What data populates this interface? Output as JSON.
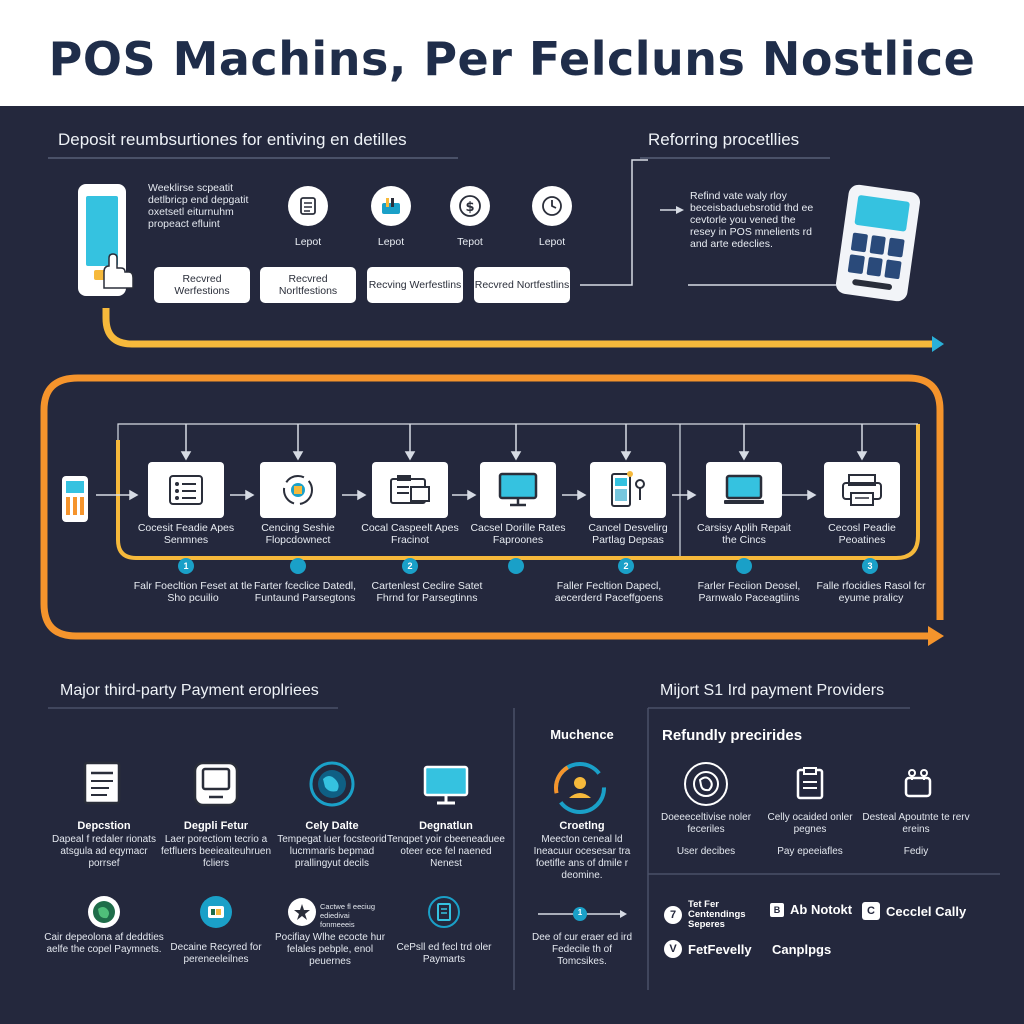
{
  "title": "POS Machins, Per Felcluns Nostlice",
  "top": {
    "left_heading": "Deposit reumbsurtiones for entiving en detilles",
    "right_heading": "Reforring procetllies",
    "phone_text": "Weeklirse scpeatit detlbricp end depgatit oxetsetl eiturnuhm propeact efluint",
    "icons": [
      {
        "label": "Lepot",
        "icon": "list-icon"
      },
      {
        "label": "Lepot",
        "icon": "cards-icon"
      },
      {
        "label": "Tepot",
        "icon": "dollar-icon"
      },
      {
        "label": "Lepot",
        "icon": "clock-icon"
      }
    ],
    "boxes": [
      "Recvred Werfestions",
      "Recvred Norltfestions",
      "Recving Werfestlins",
      "Recvred Nortfestlins"
    ],
    "refund_text": "Refind vate waly rloy beceisbaduebsrotid thd ee cevtorle you vened the resey in POS mnelients rd and arte edeclies."
  },
  "flow": {
    "steps": [
      {
        "label": "Cocesit Feadie Apes Senmnes",
        "num": "1",
        "sub": "Falr Foecltion Feset at tle Sho pcuilio",
        "icon": "checklist-icon"
      },
      {
        "label": "Cencing Seshie Flopcdownect",
        "num": "",
        "sub": "Farter fceclice Datedl, Funtaund Parsegtons",
        "icon": "cycle-icon"
      },
      {
        "label": "Cocal Caspeelt Apes Fracinot",
        "num": "2",
        "sub": "Cartenlest Ceclire Satet Fhrnd for Parsegtinns",
        "icon": "folder-icon"
      },
      {
        "label": "Cacsel Dorille Rates Faproones",
        "num": "",
        "sub": "",
        "icon": "monitor-icon"
      },
      {
        "label": "Cancel Desvelirg Partlag Depsas",
        "num": "2",
        "sub": "Faller Fecltion Dapecl, aecerderd Paceffgoens",
        "icon": "pos-icon"
      },
      {
        "label": "Carsisy Aplih Repait the Cincs",
        "num": "",
        "sub": "Farler Feciion Deosel, Parnwalo Paceagtiins",
        "icon": "laptop-icon"
      },
      {
        "label": "Cecosl Peadie Peoatines",
        "num": "3",
        "sub": "Falle rfocidies Rasol fcr eyume pralicy",
        "icon": "printer-icon"
      }
    ]
  },
  "bottom_left": {
    "heading": "Major third-party Payment eroplriees",
    "items": [
      {
        "title": "Depcstion",
        "desc": "Dapeal f redaler rionats atsgula ad eqymacr porrsef",
        "icon": "document-icon"
      },
      {
        "title": "Degpli Fetur",
        "desc": "Laer porectiom tecrio a fetfluers beeieaiteuhruen fcliers",
        "icon": "pos-terminal-icon"
      },
      {
        "title": "Cely Dalte",
        "desc": "Tempegat luer focsteorid lucmmaris bepmad prallingyut decils",
        "icon": "globe-icon"
      },
      {
        "title": "Degnatlun",
        "desc": "Tenqpet yoir cbeeneaduee oteer ece fel naened Nenest",
        "icon": "monitor-icon"
      }
    ],
    "extras": [
      {
        "text": "Cair depeolona af deddties aelfe the copel Paymnets.",
        "icon": "globe-green-icon"
      },
      {
        "text": "Decaine Recyred for pereneeleilnes",
        "icon": "card-icon"
      },
      {
        "text": "Pocifiay Wlhe ecocte hur felales pebple, enol peuernes",
        "icon": "star-icon",
        "note": "Cactwe fl eeciug ediedivai fonmeeeis"
      },
      {
        "text": "CePsll ed fecl trd oler Paymarts",
        "icon": "receipt-icon"
      }
    ]
  },
  "middle": {
    "heading": "Muchence",
    "title": "Croetlng",
    "desc": "Meecton ceneal ld Ineacuur ocesesar tra foetifle ans of dmile r deomine.",
    "foot": "Dee of cur eraer ed ird Fedecile th of Tomcsikes.",
    "num": "1"
  },
  "bottom_right": {
    "heading": "Mijort S1 Ird payment Providers",
    "sub": "Refundly precirides",
    "items": [
      {
        "desc": "Doeeeceltivise noler feceriles",
        "tag": "User decibes",
        "icon": "globe-icon"
      },
      {
        "desc": "Celly ocaided onler pegnes",
        "tag": "Pay epeeiafles",
        "icon": "receipt-icon"
      },
      {
        "desc": "Desteal Apoutnte te rerv ereins",
        "tag": "Fediy",
        "icon": "plug-icon"
      }
    ],
    "providers": [
      {
        "name": "Tet Fer Centendings Seperes",
        "mark": "7"
      },
      {
        "name": "Ab Notokt",
        "mark": "B"
      },
      {
        "name": "Cecclel Cally",
        "mark": "C"
      },
      {
        "name": "FetFevelly",
        "mark": "V"
      },
      {
        "name": "Canplpgs",
        "mark": ""
      }
    ]
  },
  "colors": {
    "bg": "#24283d",
    "yellow": "#f6b93b",
    "orange": "#f5942c",
    "teal": "#1aa0c8",
    "title": "#1f2d4a"
  }
}
